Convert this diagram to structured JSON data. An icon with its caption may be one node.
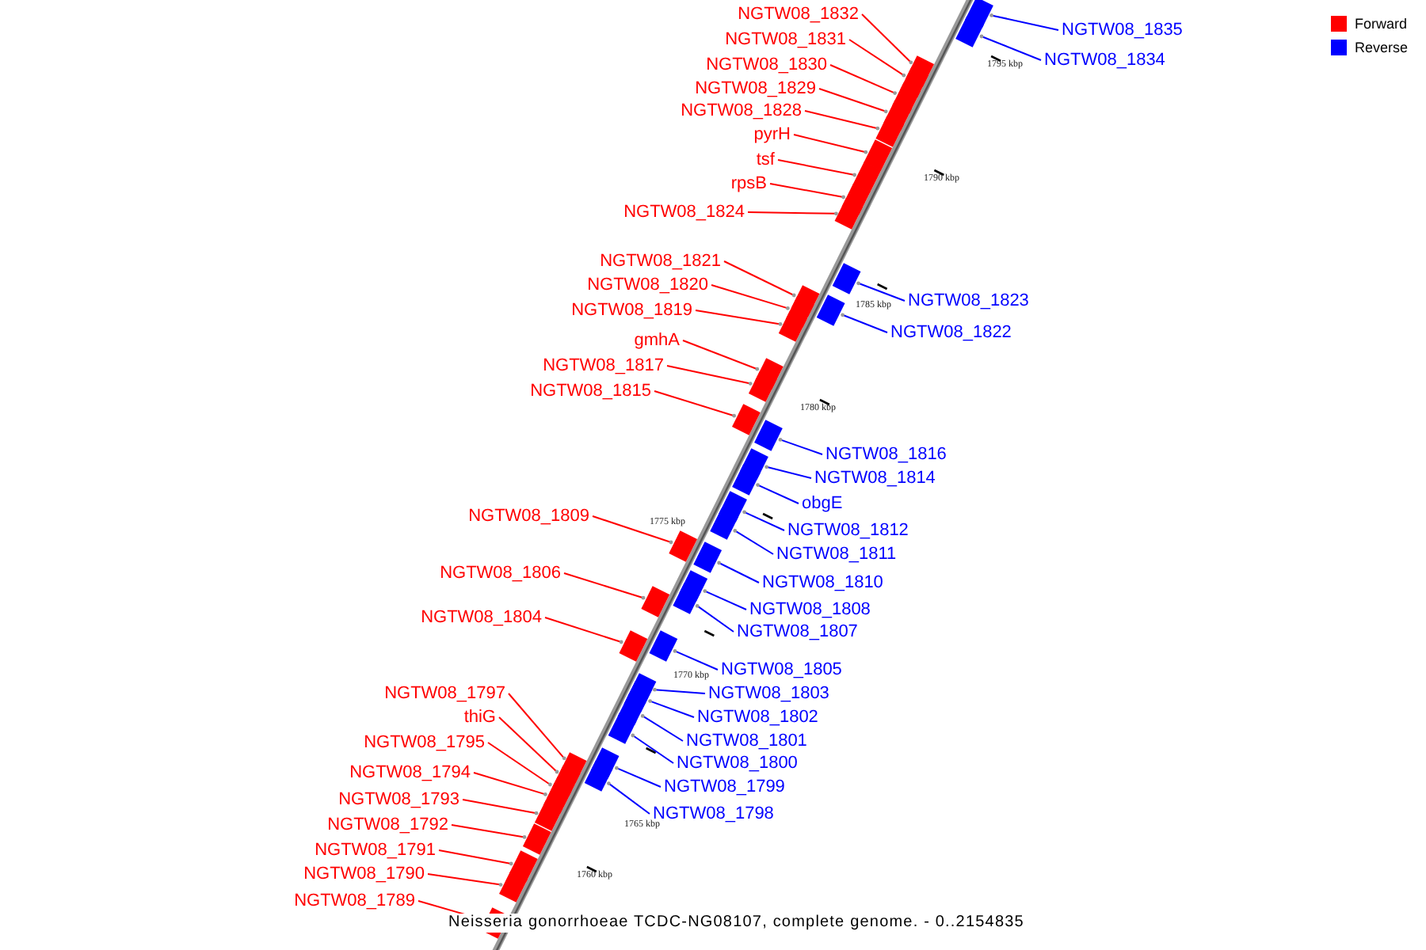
{
  "diagram": {
    "caption": "Neisseria gonorrhoeae TCDC-NG08107, complete genome. - 0..2154835",
    "nodes": [
      {
        "text": [
          "NGTW08_1832"
        ]
      },
      {
        "text": [
          "NGTW08_1835"
        ]
      },
      {
        "text": [
          "NGTW08_1831"
        ]
      },
      {
        "text": [
          "NGTW08_1834"
        ]
      },
      {
        "text": [
          "NGTW08_1830"
        ]
      },
      {
        "text": [
          "NGTW08_1829"
        ]
      },
      {
        "text": [
          "NGTW08_1828"
        ]
      },
      {
        "text": [
          "pyrH"
        ]
      },
      {
        "text": [
          "tsf"
        ]
      },
      {
        "text": [
          "rpsB"
        ]
      },
      {
        "text": [
          "NGTW08_1824"
        ]
      },
      {
        "text": [
          "NGTW08_1821"
        ]
      },
      {
        "text": [
          "NGTW08_1820"
        ]
      },
      {
        "text": [
          "NGTW08_1823"
        ]
      },
      {
        "text": [
          "NGTW08_1819"
        ]
      },
      {
        "text": [
          "NGTW08_1822"
        ]
      },
      {
        "text": [
          "gmhA"
        ]
      },
      {
        "text": [
          "NGTW08_1817"
        ]
      },
      {
        "text": [
          "NGTW08_1815"
        ]
      },
      {
        "text": [
          "NGTW08_1816"
        ]
      },
      {
        "text": [
          "NGTW08_1814"
        ]
      },
      {
        "text": [
          "obgE"
        ]
      },
      {
        "text": [
          "NGTW08_1809"
        ]
      },
      {
        "text": [
          "NGTW08_1812"
        ]
      },
      {
        "text": [
          "NGTW08_1811"
        ]
      },
      {
        "text": [
          "NGTW08_1806"
        ]
      },
      {
        "text": [
          "NGTW08_1810"
        ]
      },
      {
        "text": [
          "NGTW08_1808"
        ]
      },
      {
        "text": [
          "NGTW08_1804"
        ]
      },
      {
        "text": [
          "NGTW08_1807"
        ]
      },
      {
        "text": [
          "NGTW08_1805"
        ]
      },
      {
        "text": [
          "NGTW08_1797"
        ]
      },
      {
        "text": [
          "NGTW08_1803"
        ]
      },
      {
        "text": [
          "thiG"
        ]
      },
      {
        "text": [
          "NGTW08_1802"
        ]
      },
      {
        "text": [
          "NGTW08_1801"
        ]
      },
      {
        "text": [
          "NGTW08_1795"
        ]
      },
      {
        "text": [
          "NGTW08_1800"
        ]
      },
      {
        "text": [
          "NGTW08_1794"
        ]
      },
      {
        "text": [
          "NGTW08_1799"
        ]
      },
      {
        "text": [
          "NGTW08_1793"
        ]
      },
      {
        "text": [
          "NGTW08_1798"
        ]
      },
      {
        "text": [
          "NGTW08_1792"
        ]
      },
      {
        "text": [
          "NGTW08_1791"
        ]
      },
      {
        "text": [
          "NGTW08_1790"
        ]
      },
      {
        "text": [
          "NGTW08_1789"
        ]
      },
      {
        "text": [],
        "shape": "bar"
      },
      {
        "text": [],
        "shape": "bar"
      },
      {
        "text": [],
        "shape": "bar"
      },
      {
        "text": [],
        "shape": "bar"
      },
      {
        "text": [],
        "shape": "bar"
      },
      {
        "text": [],
        "shape": "bar"
      },
      {
        "text": [],
        "shape": "bar"
      },
      {
        "text": [],
        "shape": "bar"
      },
      {
        "text": [],
        "shape": "bar"
      },
      {
        "text": [],
        "shape": "bar"
      },
      {
        "text": [],
        "shape": "bar"
      },
      {
        "text": [],
        "shape": "bar"
      },
      {
        "text": [],
        "shape": "bar"
      },
      {
        "text": [],
        "shape": "bar"
      },
      {
        "text": [],
        "shape": "bar"
      },
      {
        "text": [],
        "shape": "bar"
      },
      {
        "text": [],
        "shape": "bar"
      },
      {
        "text": [],
        "shape": "bar"
      },
      {
        "text": [],
        "shape": "bar"
      },
      {
        "text": [],
        "shape": "bar"
      },
      {
        "text": [],
        "shape": "bar"
      },
      {
        "text": [],
        "shape": "bar"
      },
      {
        "text": [],
        "shape": "bar"
      },
      {
        "text": [],
        "shape": "bar"
      },
      {
        "text": [],
        "shape": "bar"
      },
      {
        "text": [],
        "shape": "bar"
      },
      {
        "text": [],
        "shape": "bar"
      },
      {
        "text": [],
        "shape": "bar"
      },
      {
        "text": [],
        "shape": "bar"
      },
      {
        "text": [],
        "shape": "bar"
      },
      {
        "text": [],
        "shape": "bar"
      },
      {
        "text": [],
        "shape": "bar"
      },
      {
        "text": [],
        "shape": "bar"
      },
      {
        "text": [],
        "shape": "bar"
      },
      {
        "text": [],
        "shape": "bar"
      },
      {
        "text": [],
        "shape": "bar"
      },
      {
        "text": [],
        "shape": "bar"
      },
      {
        "text": [],
        "shape": "bar"
      },
      {
        "text": [],
        "shape": "bar"
      },
      {
        "text": [],
        "shape": "bar"
      },
      {
        "text": [],
        "shape": "bar"
      },
      {
        "text": [],
        "shape": "bar"
      },
      {
        "text": [],
        "shape": "bar"
      },
      {
        "text": [],
        "shape": "bar"
      },
      {
        "text": [],
        "shape": "bar"
      },
      {
        "text": [],
        "shape": "bar"
      }
    ],
    "edges": [
      {
        "from": 0,
        "to": 48,
        "arrow": "other"
      },
      {
        "from": 1,
        "to": 46,
        "arrow": "other",
        "color": "#0000ff"
      },
      {
        "from": 2,
        "to": 49,
        "arrow": "other"
      },
      {
        "from": 3,
        "to": 47,
        "arrow": "other",
        "color": "#0000ff"
      },
      {
        "from": 4,
        "to": 50,
        "arrow": "other"
      },
      {
        "from": 5,
        "to": 51,
        "arrow": "other"
      },
      {
        "from": 6,
        "to": 52,
        "arrow": "other"
      },
      {
        "from": 7,
        "to": 53,
        "arrow": "other"
      },
      {
        "from": 8,
        "to": 54,
        "arrow": "other"
      },
      {
        "from": 9,
        "to": 55,
        "arrow": "other"
      },
      {
        "from": 10,
        "to": 56,
        "arrow": "other"
      },
      {
        "from": 11,
        "to": 58,
        "arrow": "other"
      },
      {
        "from": 12,
        "to": 60,
        "arrow": "other"
      },
      {
        "from": 13,
        "to": 57,
        "arrow": "other",
        "color": "#0000ff"
      },
      {
        "from": 14,
        "to": 61,
        "arrow": "other"
      },
      {
        "from": 15,
        "to": 59,
        "arrow": "other",
        "color": "#0000ff"
      },
      {
        "from": 16,
        "to": 62,
        "arrow": "other"
      },
      {
        "from": 17,
        "to": 63,
        "arrow": "other"
      },
      {
        "from": 18,
        "to": 64,
        "arrow": "other"
      },
      {
        "from": 19,
        "to": 65,
        "arrow": "other",
        "color": "#0000ff"
      },
      {
        "from": 20,
        "to": 66,
        "arrow": "other",
        "color": "#0000ff"
      },
      {
        "from": 21,
        "to": 67,
        "arrow": "other",
        "color": "#0000ff"
      },
      {
        "from": 22,
        "to": 70,
        "arrow": "other"
      },
      {
        "from": 23,
        "to": 68,
        "arrow": "other",
        "color": "#0000ff"
      },
      {
        "from": 24,
        "to": 69,
        "arrow": "other",
        "color": "#0000ff"
      },
      {
        "from": 25,
        "to": 74,
        "arrow": "other"
      },
      {
        "from": 26,
        "to": 71,
        "arrow": "other",
        "color": "#0000ff"
      },
      {
        "from": 27,
        "to": 72,
        "arrow": "other",
        "color": "#0000ff"
      },
      {
        "from": 28,
        "to": 75,
        "arrow": "other"
      },
      {
        "from": 29,
        "to": 73,
        "arrow": "other",
        "color": "#0000ff"
      },
      {
        "from": 30,
        "to": 76,
        "arrow": "other",
        "color": "#0000ff"
      },
      {
        "from": 31,
        "to": 82,
        "arrow": "other"
      },
      {
        "from": 32,
        "to": 77,
        "arrow": "other",
        "color": "#0000ff"
      },
      {
        "from": 33,
        "to": 84,
        "arrow": "other"
      },
      {
        "from": 34,
        "to": 78,
        "arrow": "other",
        "color": "#0000ff"
      },
      {
        "from": 35,
        "to": 79,
        "arrow": "other",
        "color": "#0000ff"
      },
      {
        "from": 36,
        "to": 85,
        "arrow": "other"
      },
      {
        "from": 37,
        "to": 80,
        "arrow": "other",
        "color": "#0000ff"
      },
      {
        "from": 38,
        "to": 86,
        "arrow": "other"
      },
      {
        "from": 39,
        "to": 81,
        "arrow": "other",
        "color": "#0000ff"
      },
      {
        "from": 40,
        "to": 87,
        "arrow": "other"
      },
      {
        "from": 41,
        "to": 83,
        "arrow": "other",
        "color": "#0000ff"
      },
      {
        "from": 42,
        "to": 88,
        "arrow": "other"
      },
      {
        "from": 43,
        "to": 89,
        "arrow": "other"
      },
      {
        "from": 44,
        "to": 90,
        "arrow": "other"
      },
      {
        "from": 45,
        "to": 91,
        "arrow": "other"
      }
    ],
    "labels": [
      "1795 kbp",
      "1790 kbp",
      "1785 kbp",
      "1780 kbp",
      "1775 kbp",
      "1770 kbp",
      "1765 kbp",
      "1760 kbp"
    ],
    "legend": [
      {
        "text": "Forward",
        "color": "#ff0000"
      },
      {
        "text": "Reverse",
        "color": "#0000ff"
      }
    ]
  }
}
